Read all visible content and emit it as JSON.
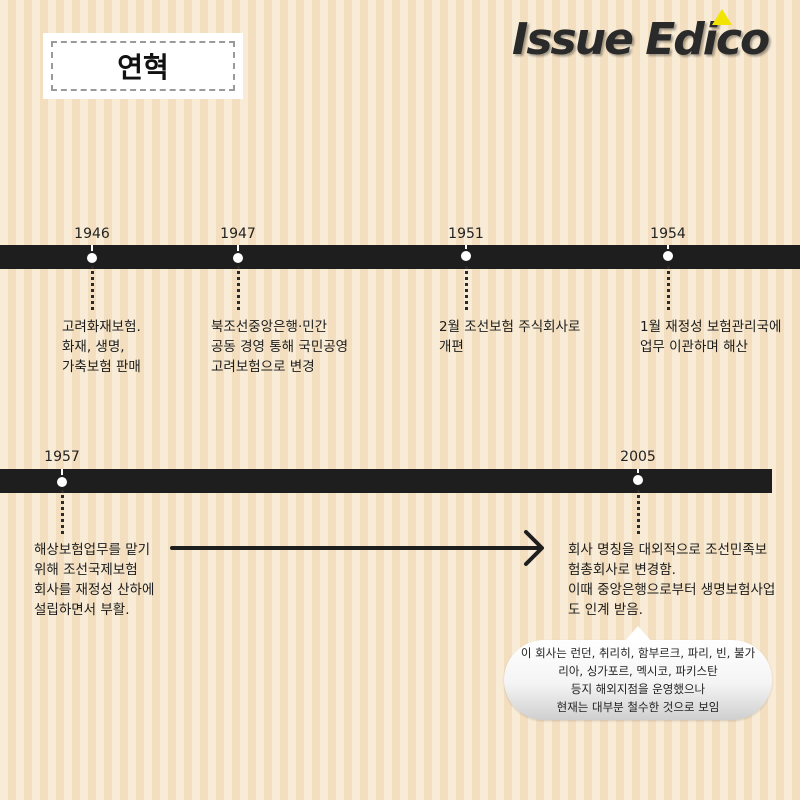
{
  "header": {
    "title": "연혁",
    "logo_text": "Issue Edico"
  },
  "timeline": {
    "events": [
      {
        "year": "1946",
        "lines": [
          "고려화재보험.",
          "화재, 생명,",
          "가축보험 판매"
        ]
      },
      {
        "year": "1947",
        "lines": [
          "북조선중앙은행·민간",
          "공동 경영 통해 국민공영",
          "고려보험으로 변경"
        ]
      },
      {
        "year": "1951",
        "lines": [
          "2월 조선보험 주식회사로",
          "개편"
        ]
      },
      {
        "year": "1954",
        "lines": [
          "1월 재정성 보험관리국에",
          "업무 이관하며 해산"
        ]
      },
      {
        "year": "1957",
        "lines": [
          "해상보험업무를 맡기",
          "위해 조선국제보험",
          "회사를 재정성 산하에",
          "설립하면서 부활."
        ]
      },
      {
        "year": "2005",
        "lines": [
          "회사 명칭을 대외적으로 조선민족보",
          "험총회사로 변경함.",
          "이때 중앙은행으로부터 생명보험사업",
          "도 인계 받음."
        ]
      }
    ]
  },
  "note": {
    "lines": [
      "이 회사는 런던, 취리히, 함부르크, 파리, 빈, 불가",
      "리아, 싱가포르, 멕시코, 파키스탄",
      "등지 해외지점을 운영했으나",
      "현재는 대부분 철수한 것으로 보임"
    ]
  },
  "colors": {
    "bar": "#1e1e1e",
    "background_stripe_light": "#f9ecd6",
    "background_stripe_dark": "#f3dfc0",
    "logo_accent": "#f2e400"
  }
}
